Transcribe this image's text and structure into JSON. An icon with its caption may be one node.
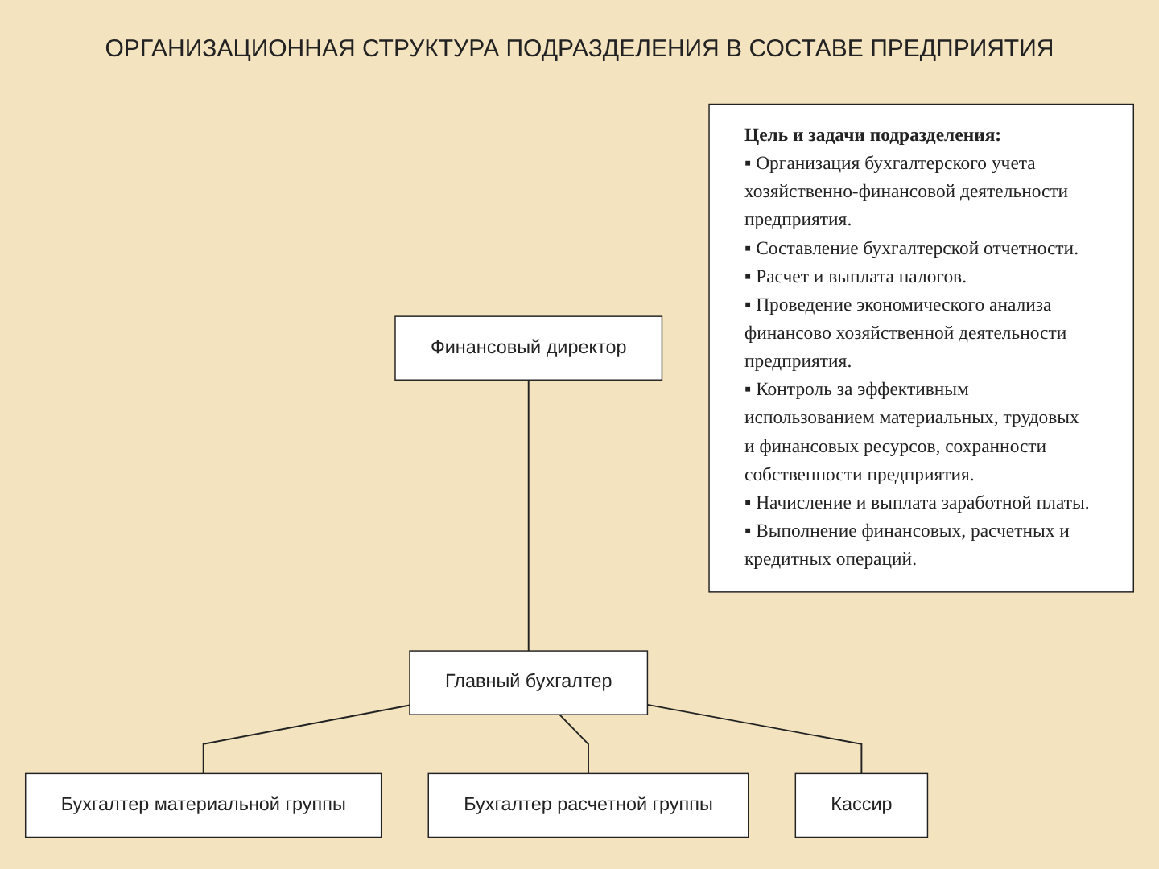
{
  "diagram": {
    "title": "ОРГАНИЗАЦИОННАЯ СТРУКТУРА ПОДРАЗДЕЛЕНИЯ В СОСТАВЕ ПРЕДПРИЯТИЯ",
    "nodes": [
      {
        "text": [
          "Финансовый директор"
        ]
      },
      {
        "text": [
          "Цель и задачи подразделения:",
          "▪ Организация бухгалтерского учета хозяйственно-финансовой деятельности предприятия.",
          "▪ Составление бухгалтерской отчетности.",
          "▪ Расчет и выплата налогов.",
          "▪ Проведение экономического анализа финансово хозяйственной деятельности предприятия.",
          "▪ Контроль за эффективным использованием материальных, трудовых и финансовых ресурсов, сохранности собственности предприятия.",
          "▪ Начисление и выплата заработной платы.",
          "▪ Выполнение финансовых, расчетных и кредитных операций."
        ]
      },
      {
        "text": [
          "Главный бухгалтер"
        ]
      },
      {
        "text": [
          "Бухгалтер материальной группы"
        ]
      },
      {
        "text": [
          "Бухгалтер расчетной группы"
        ]
      },
      {
        "text": [
          "Кассир"
        ]
      }
    ],
    "edges": [
      {
        "from": 0,
        "to": 2,
        "arrow": "none"
      },
      {
        "from": 2,
        "to": 3,
        "arrow": "none"
      },
      {
        "from": 2,
        "to": 4,
        "arrow": "none"
      },
      {
        "from": 2,
        "to": 5,
        "arrow": "none"
      }
    ]
  }
}
